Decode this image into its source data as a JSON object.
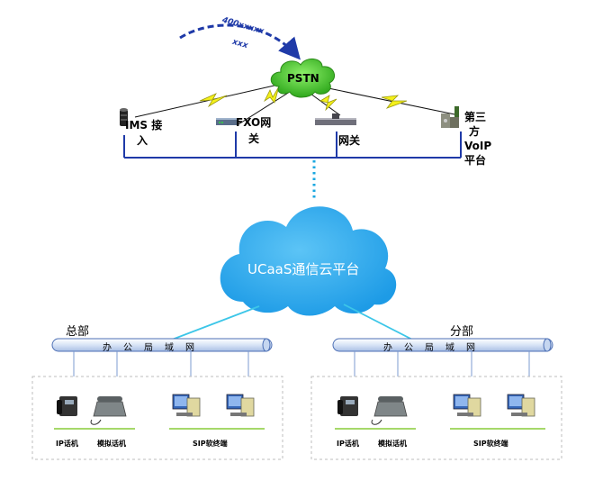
{
  "dial": {
    "number": "400xxxxx",
    "ext": "xxx"
  },
  "pstn": {
    "label": "PSTN"
  },
  "access": {
    "ims_line1": "IMS 接",
    "ims_line2": "入",
    "fxo_line1": "FXO网",
    "fxo_line2": "关",
    "gateway": "网关",
    "voip_line1": "第三",
    "voip_line2": "方",
    "voip_line3": "VoIP",
    "voip_line4": "平台"
  },
  "cloud": {
    "label": "UCaaS通信云平台"
  },
  "hq": {
    "title": "总部",
    "lan": "办公局域网",
    "ip_phone": "IP话机",
    "analog_phone": "模拟话机",
    "sip_terminal": "SIP软终端"
  },
  "branch": {
    "title": "分部",
    "lan": "办公局域网",
    "ip_phone": "IP话机",
    "analog_phone": "模拟话机",
    "sip_terminal": "SIP软终端"
  },
  "colors": {
    "pstn_green": "#3fbf2a",
    "cloud_blue": "#33aef0",
    "bus_blue": "#1f3aa8",
    "lightning_yellow": "#f4f01a",
    "cyan_link": "#3cc6e8",
    "device_underline": "#a6d86a"
  }
}
